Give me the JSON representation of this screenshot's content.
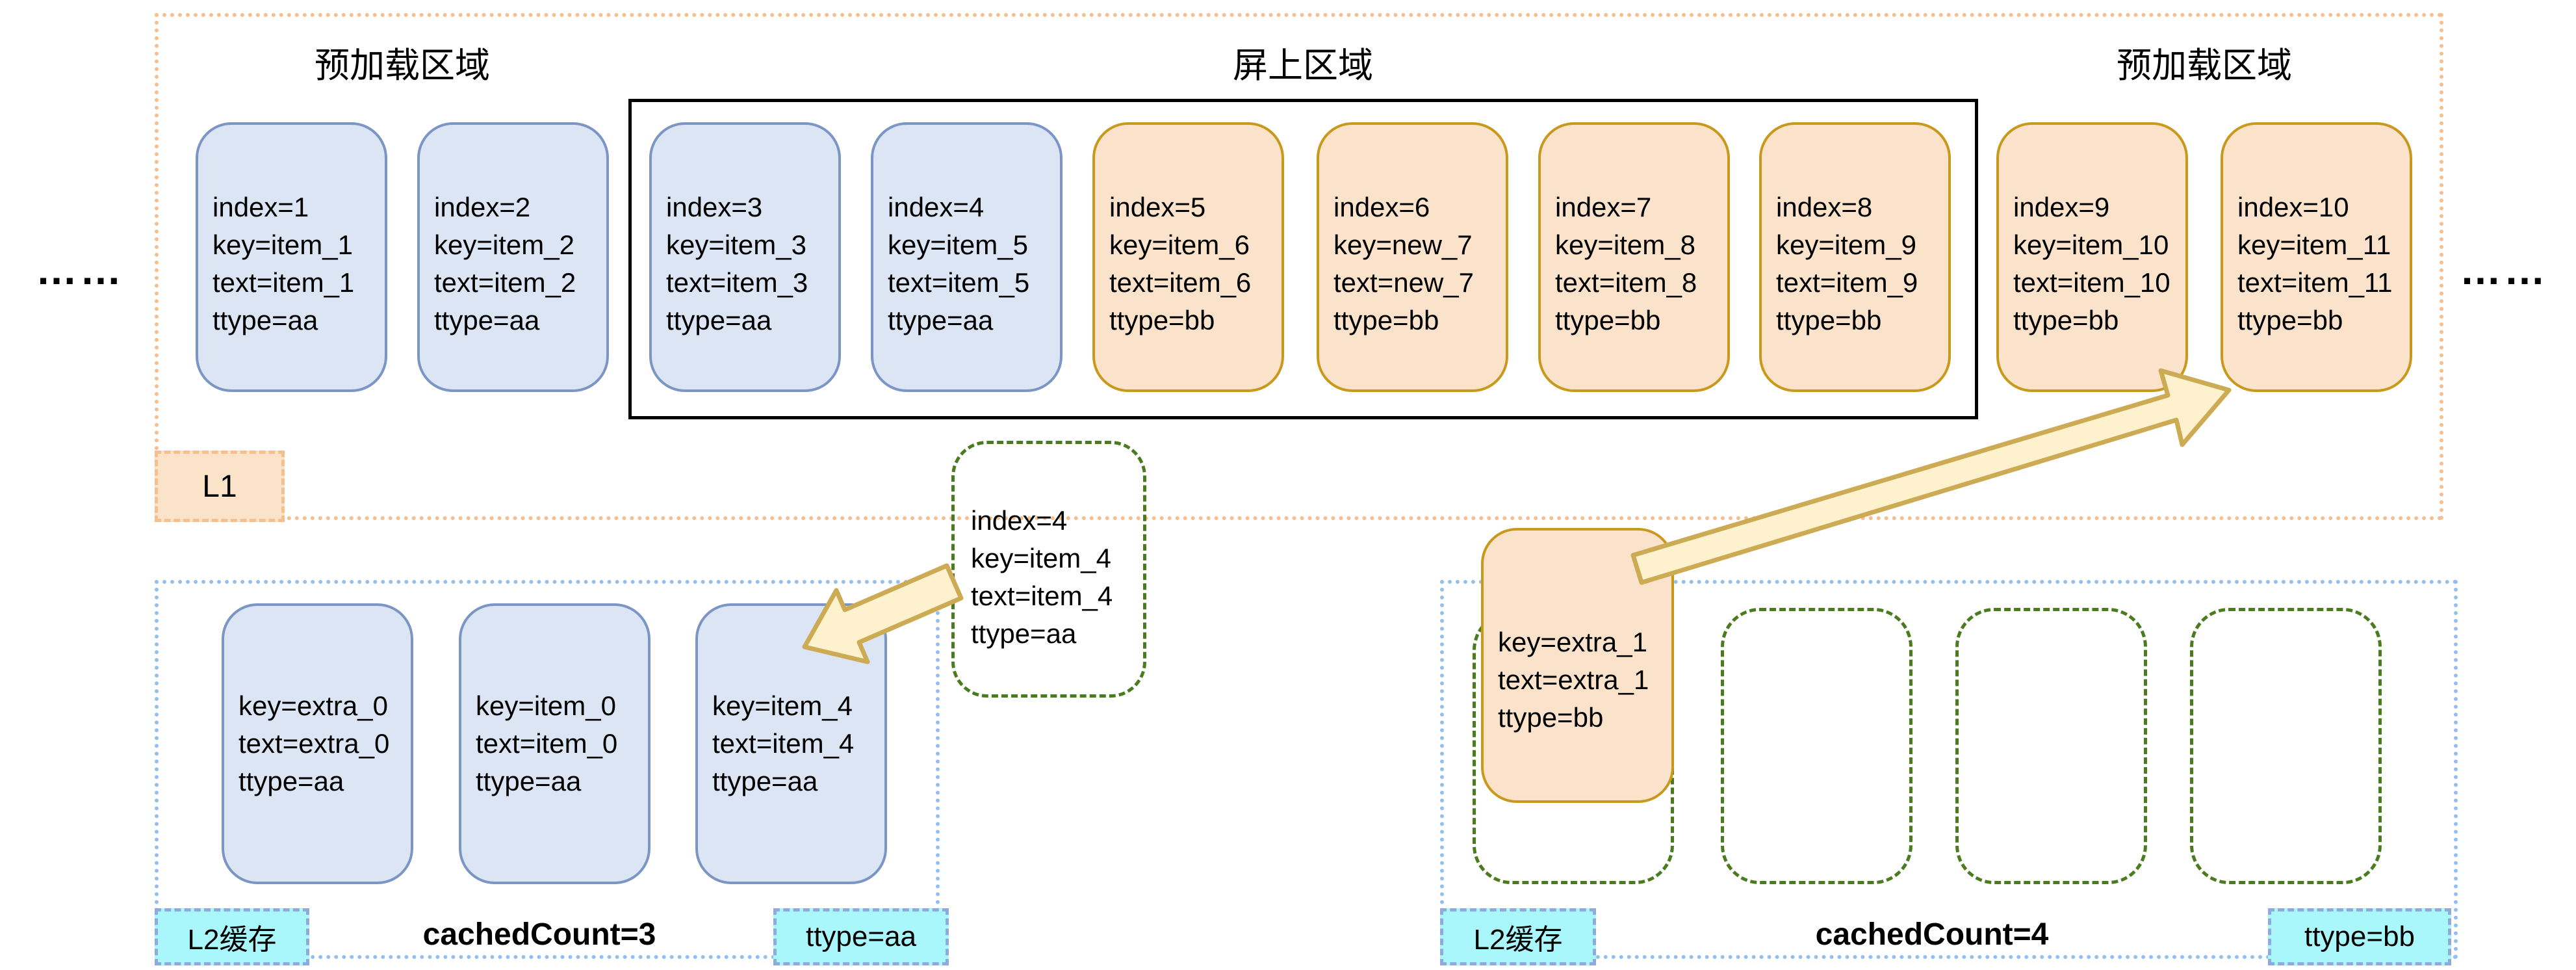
{
  "colors": {
    "blue_fill": "#dbe5f4",
    "blue_border": "#7b96c4",
    "orange_fill": "#fbe3cb",
    "orange_border": "#c9991c",
    "l1_border": "#f6bf90",
    "l1_badge_fill": "#fbe3ca",
    "green_dash": "#4a7c1f",
    "l2_border": "#93c0ed",
    "cyan_fill": "#a9f7fa",
    "cyan_border": "#8faadc",
    "arrow_fill": "#fdf2cd",
    "arrow_border": "#cdab54",
    "screen_border": "#000000"
  },
  "ellipsis_left": "……",
  "ellipsis_right": "……",
  "l1": {
    "badge": "L1",
    "preload_left": "预加载区域",
    "onscreen": "屏上区域",
    "preload_right": "预加载区域",
    "cards": [
      {
        "type": "blue",
        "lines": [
          "index=1",
          "key=item_1",
          "text=item_1",
          "ttype=aa"
        ]
      },
      {
        "type": "blue",
        "lines": [
          "index=2",
          "key=item_2",
          "text=item_2",
          "ttype=aa"
        ]
      },
      {
        "type": "blue",
        "lines": [
          "index=3",
          "key=item_3",
          "text=item_3",
          "ttype=aa"
        ]
      },
      {
        "type": "blue",
        "lines": [
          "index=4",
          "key=item_5",
          "text=item_5",
          "ttype=aa"
        ]
      },
      {
        "type": "orange",
        "lines": [
          "index=5",
          "key=item_6",
          "text=item_6",
          "ttype=bb"
        ]
      },
      {
        "type": "orange",
        "lines": [
          "index=6",
          "key=new_7",
          "text=new_7",
          "ttype=bb"
        ]
      },
      {
        "type": "orange",
        "lines": [
          "index=7",
          "key=item_8",
          "text=item_8",
          "ttype=bb"
        ]
      },
      {
        "type": "orange",
        "lines": [
          "index=8",
          "key=item_9",
          "text=item_9",
          "ttype=bb"
        ]
      },
      {
        "type": "orange",
        "lines": [
          "index=9",
          "key=item_10",
          "text=item_10",
          "ttype=bb"
        ]
      },
      {
        "type": "orange",
        "lines": [
          "index=10",
          "key=item_11",
          "text=item_11",
          "ttype=bb"
        ]
      }
    ]
  },
  "recycled_card": {
    "lines": [
      "index=4",
      "key=item_4",
      "text=item_4",
      "ttype=aa"
    ]
  },
  "l2_left": {
    "badge": "L2缓存",
    "cached_count": "cachedCount=3",
    "ttype_badge": "ttype=aa",
    "cards": [
      {
        "lines": [
          "key=extra_0",
          "text=extra_0",
          "ttype=aa"
        ]
      },
      {
        "lines": [
          "key=item_0",
          "text=item_0",
          "ttype=aa"
        ]
      },
      {
        "lines": [
          "key=item_4",
          "text=item_4",
          "ttype=aa"
        ]
      }
    ]
  },
  "l2_right": {
    "badge": "L2缓存",
    "cached_count": "cachedCount=4",
    "ttype_badge": "ttype=bb",
    "cards": [
      {
        "lines": [
          "key=extra_1",
          "text=extra_1",
          "ttype=bb"
        ]
      }
    ],
    "empty_slot_count": 4
  }
}
